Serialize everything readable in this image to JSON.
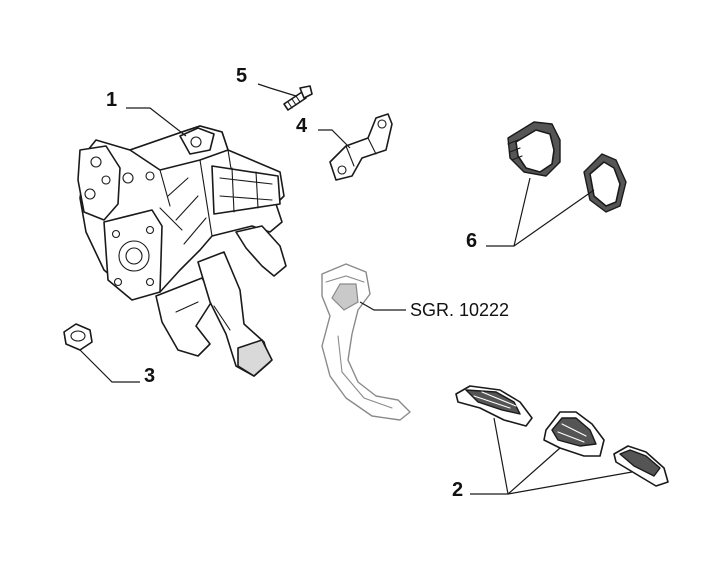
{
  "callouts": {
    "n1": "1",
    "n2": "2",
    "n3": "3",
    "n4": "4",
    "n5": "5",
    "n6": "6",
    "reference": "SGR. 10222"
  }
}
